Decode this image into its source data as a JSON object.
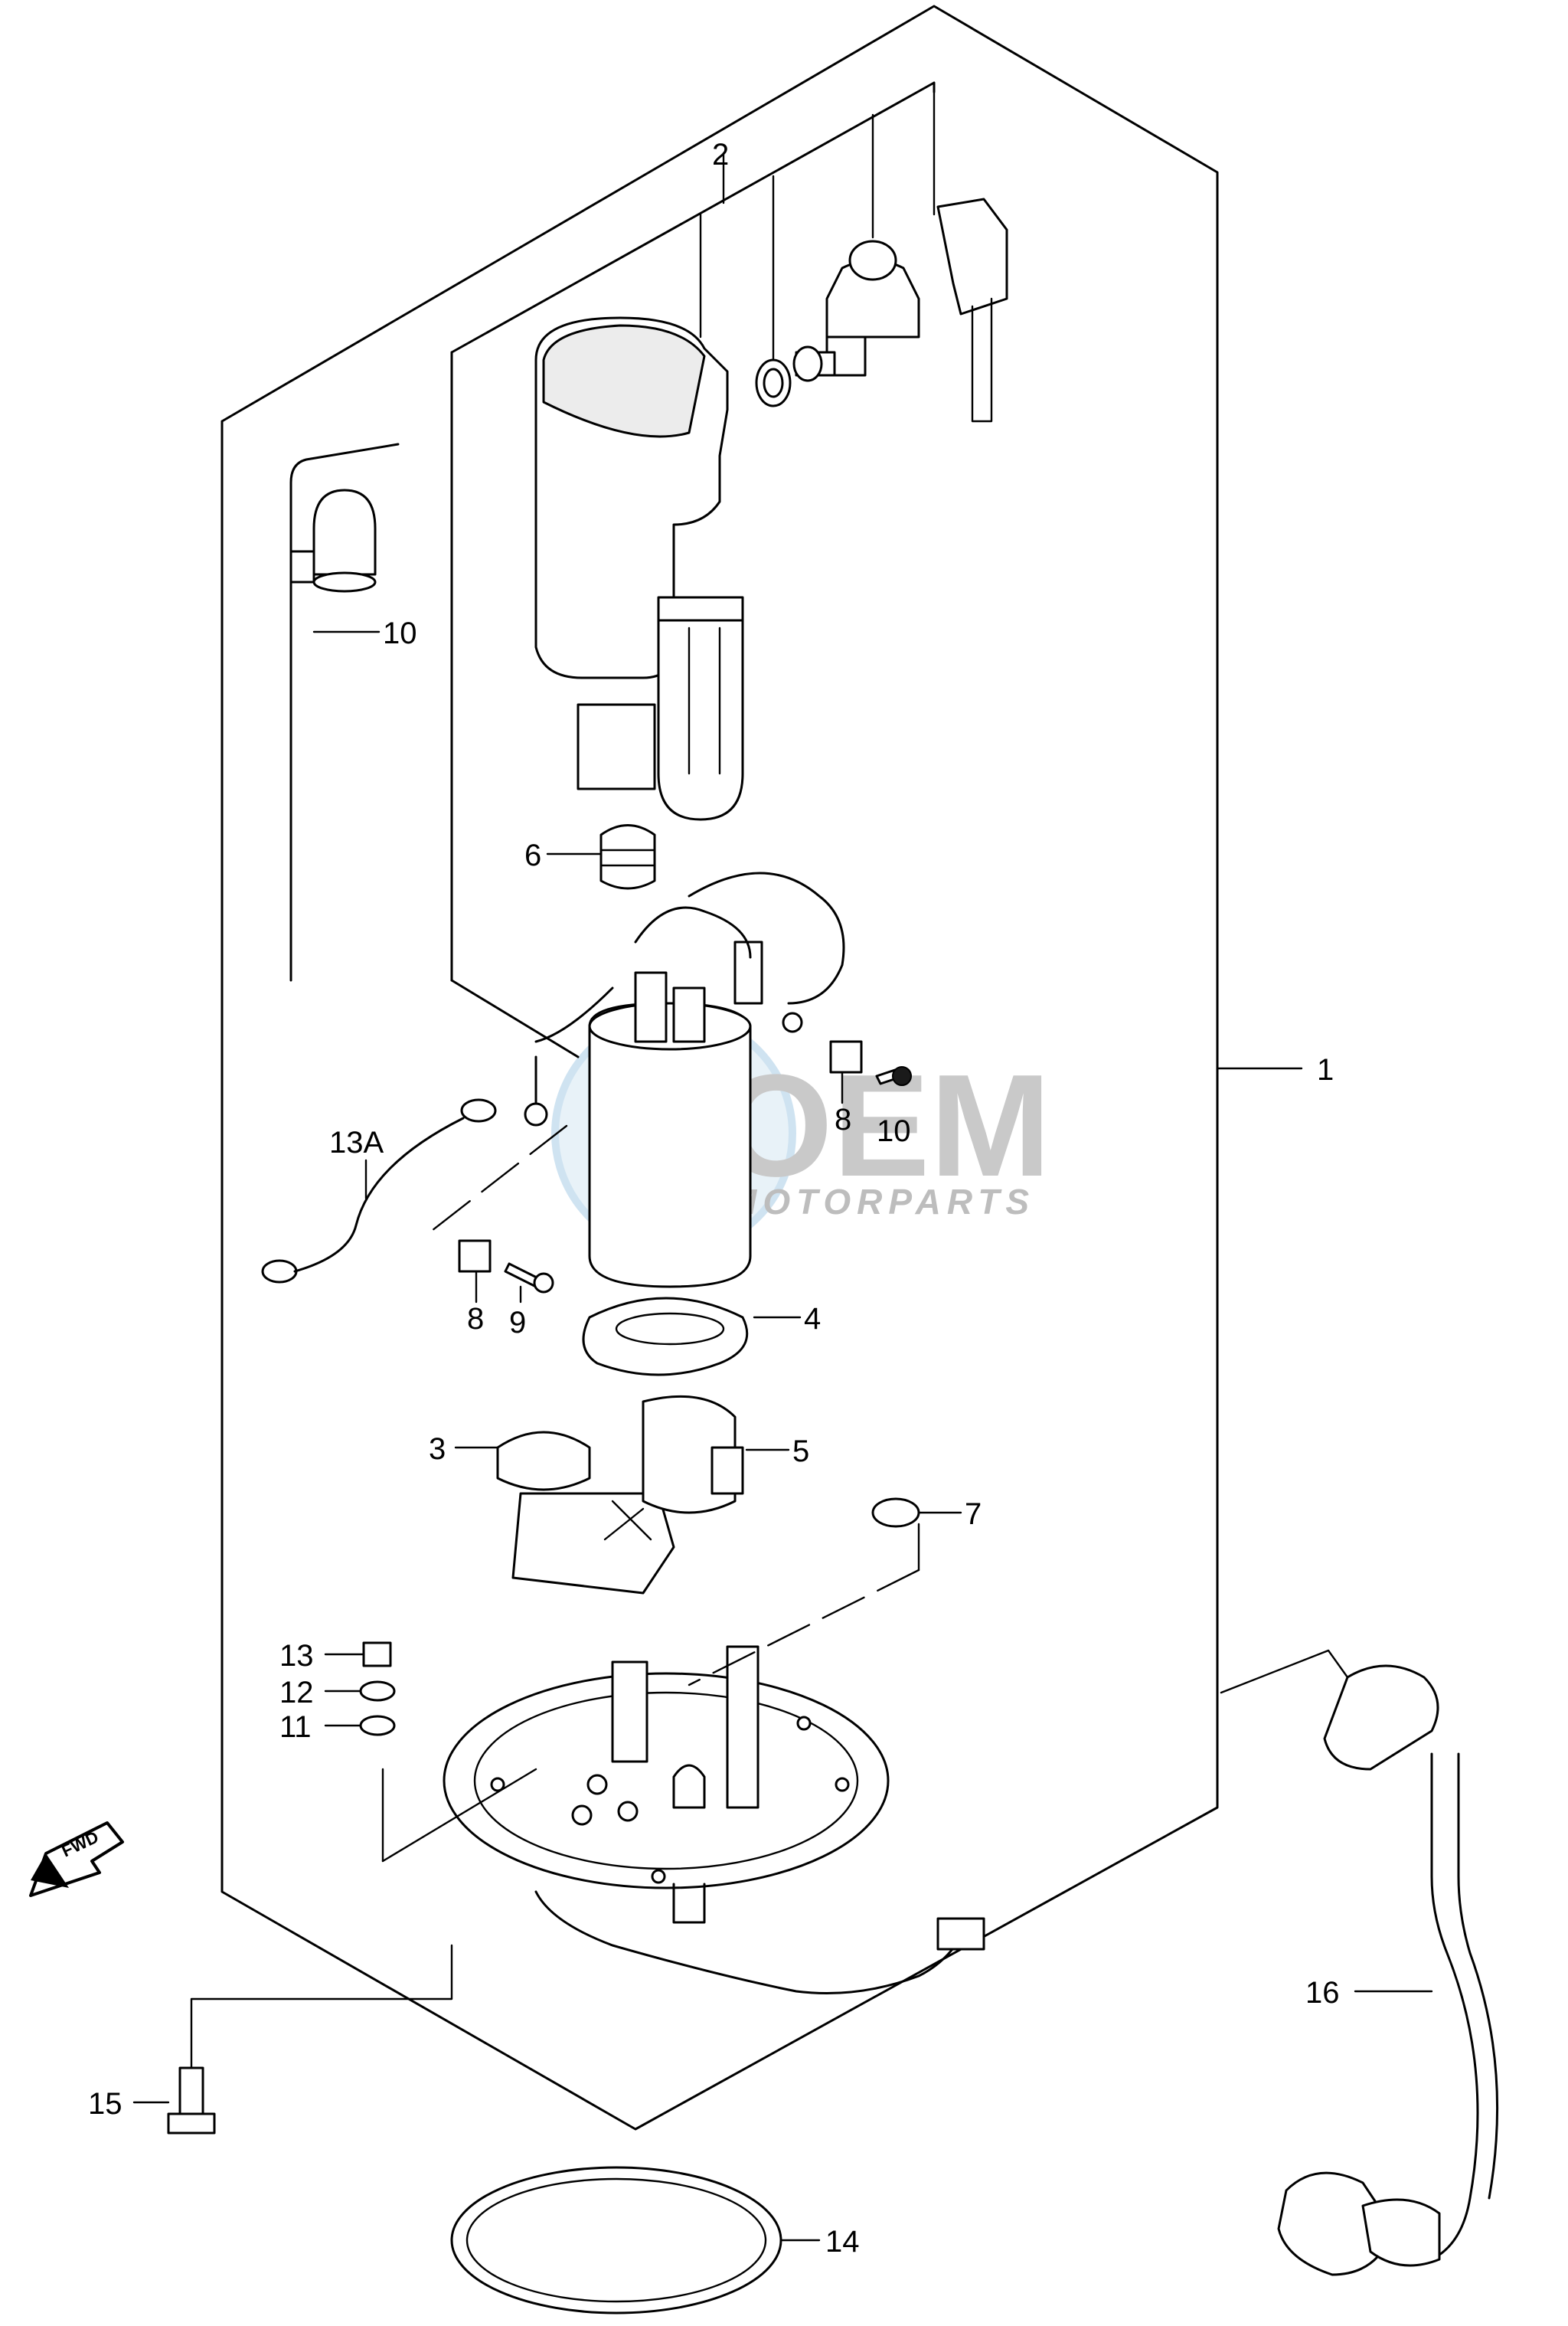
{
  "callouts": {
    "c1": "1",
    "c2": "2",
    "c3": "3",
    "c4": "4",
    "c5": "5",
    "c6": "6",
    "c7": "7",
    "c8a": "8",
    "c8b": "8",
    "c9": "9",
    "c10a": "10",
    "c10b": "10",
    "c11": "11",
    "c12": "12",
    "c13": "13",
    "c13a": "13A",
    "c14": "14",
    "c15": "15",
    "c16": "16"
  },
  "direction_marker": "FWD",
  "watermark": {
    "brand": "OEM",
    "subtitle": "MOTORPARTS"
  },
  "colors": {
    "line": "#000000",
    "watermark_blue": "#a9cde6",
    "watermark_gray": "#c9c9c9"
  }
}
